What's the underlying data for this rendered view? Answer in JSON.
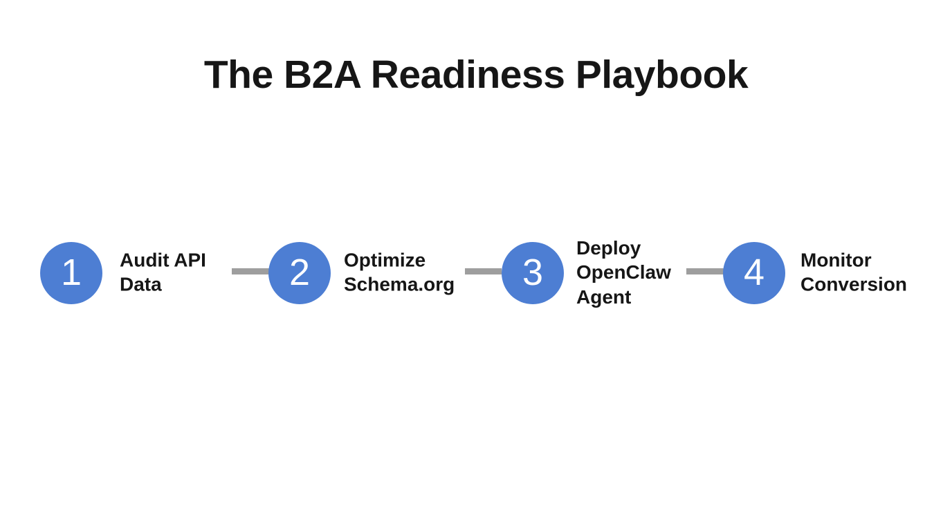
{
  "title": "The B2A Readiness Playbook",
  "colors": {
    "background": "#ffffff",
    "circle": "#4d7ed3",
    "connector": "#9e9e9e",
    "text": "#161616",
    "number": "#ffffff"
  },
  "steps": [
    {
      "number": "1",
      "label": "Audit API\nData"
    },
    {
      "number": "2",
      "label": "Optimize\nSchema.org"
    },
    {
      "number": "3",
      "label": "Deploy\nOpenClaw\nAgent"
    },
    {
      "number": "4",
      "label": "Monitor\nConversion"
    }
  ],
  "connectors": [
    {
      "between": "step-1-and-step-2"
    },
    {
      "between": "step-2-and-step-3"
    },
    {
      "between": "step-3-and-step-4"
    }
  ]
}
